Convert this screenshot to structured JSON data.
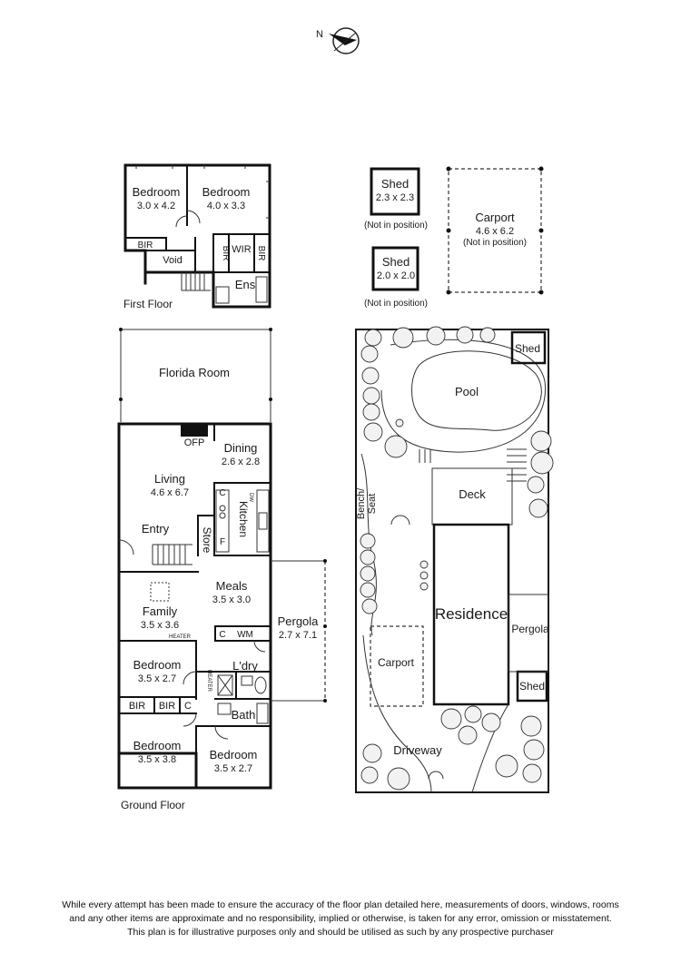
{
  "compass": {
    "north_label": "N"
  },
  "first_floor": {
    "label": "First Floor",
    "rooms": {
      "bedroom_a": {
        "name": "Bedroom",
        "dim": "3.0 x 4.2"
      },
      "bedroom_b": {
        "name": "Bedroom",
        "dim": "4.0 x 3.3"
      },
      "bir_1": "BIR",
      "bir_2": "BIR",
      "bir_3": "BIR",
      "void": "Void",
      "wir": "WIR",
      "ens": "Ens"
    }
  },
  "ground_floor": {
    "label": "Ground Floor",
    "rooms": {
      "florida": {
        "name": "Florida Room"
      },
      "ofp": "OFP",
      "dining": {
        "name": "Dining",
        "dim": "2.6 x 2.8"
      },
      "living": {
        "name": "Living",
        "dim": "4.6 x 6.7"
      },
      "c1": "C",
      "dw": "DW",
      "kitchen": "Kitchen",
      "entry": "Entry",
      "store": "Store",
      "f": "F",
      "meals": {
        "name": "Meals",
        "dim": "3.5 x 3.0"
      },
      "family": {
        "name": "Family",
        "dim": "3.5 x 3.6"
      },
      "heater1": "HEATER",
      "c2": "C",
      "wm": "WM",
      "pergola": {
        "name": "Pergola",
        "dim": "2.7 x 7.1"
      },
      "bedroom_1": {
        "name": "Bedroom",
        "dim": "3.5 x 2.7"
      },
      "heater2": "HEATER",
      "ldry": "L'dry",
      "bir_a": "BIR",
      "bir_b": "BIR",
      "c3": "C",
      "bath": "Bath",
      "bedroom_2": {
        "name": "Bedroom",
        "dim": "3.5 x 3.8"
      },
      "bedroom_3": {
        "name": "Bedroom",
        "dim": "3.5 x 2.7"
      }
    }
  },
  "outbuildings": {
    "shed1": {
      "name": "Shed",
      "dim": "2.3 x 2.3",
      "note": "(Not in position)"
    },
    "shed2": {
      "name": "Shed",
      "dim": "2.0 x 2.0",
      "note": "(Not in position)"
    },
    "carport": {
      "name": "Carport",
      "dim": "4.6 x 6.2",
      "note": "(Not in position)"
    }
  },
  "site_plan": {
    "shed_top": "Shed",
    "pool": "Pool",
    "bench_seat": "Bench/\nSeat",
    "deck": "Deck",
    "residence": "Residence",
    "pergola": "Pergola",
    "carport": "Carport",
    "shed_bottom": "Shed",
    "driveway": "Driveway"
  },
  "disclaimer": {
    "line1": "While every attempt has been made to ensure the accuracy of the floor plan detailed here, measurements of doors, windows, rooms",
    "line2": "and any other items are approximate and no responsibility, implied or otherwise, is taken for any error, omission or misstatement.",
    "line3": "This plan is for illustrative purposes only and should be utilised as such by any prospective purchaser"
  }
}
